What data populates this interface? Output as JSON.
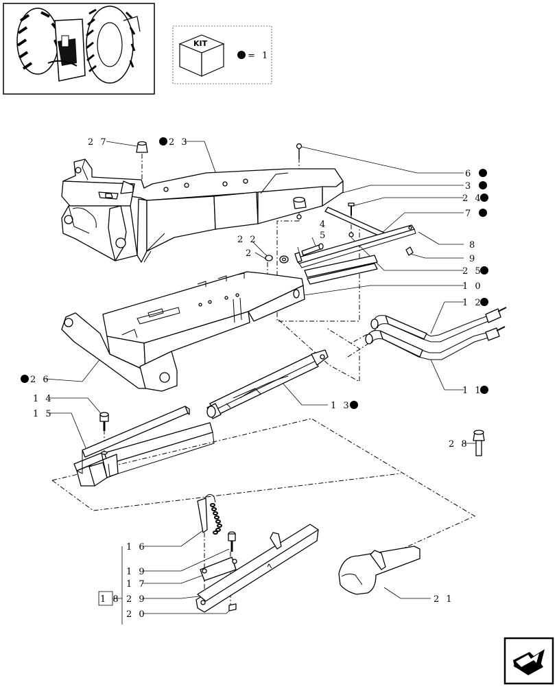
{
  "kit": {
    "label": "KIT",
    "legend": "= 1"
  },
  "callouts": [
    {
      "id": "c27",
      "text": "2 7",
      "dot": false
    },
    {
      "id": "c23",
      "text": "2 3",
      "dot": true
    },
    {
      "id": "c6",
      "text": "6",
      "dot": true
    },
    {
      "id": "c3",
      "text": "3",
      "dot": true
    },
    {
      "id": "c24",
      "text": "2 4",
      "dot": true
    },
    {
      "id": "c7",
      "text": "7",
      "dot": true
    },
    {
      "id": "c8",
      "text": "8",
      "dot": false
    },
    {
      "id": "c22",
      "text": "2 2",
      "dot": false
    },
    {
      "id": "c2",
      "text": "2",
      "dot": false
    },
    {
      "id": "c4",
      "text": "4",
      "dot": false
    },
    {
      "id": "c5",
      "text": "5",
      "dot": false
    },
    {
      "id": "c9",
      "text": "9",
      "dot": false
    },
    {
      "id": "c25",
      "text": "2 5",
      "dot": true
    },
    {
      "id": "c10",
      "text": "1 0",
      "dot": false
    },
    {
      "id": "c12",
      "text": "1 2",
      "dot": true
    },
    {
      "id": "c26",
      "text": "2 6",
      "dot": true
    },
    {
      "id": "c11",
      "text": "1 1",
      "dot": true
    },
    {
      "id": "c13",
      "text": "1 3",
      "dot": true
    },
    {
      "id": "c14",
      "text": "1 4",
      "dot": false
    },
    {
      "id": "c15",
      "text": "1 5",
      "dot": false
    },
    {
      "id": "c28",
      "text": "2 8",
      "dot": false
    },
    {
      "id": "c16",
      "text": "1 6",
      "dot": false
    },
    {
      "id": "c19",
      "text": "1 9",
      "dot": false
    },
    {
      "id": "c17",
      "text": "1 7",
      "dot": false
    },
    {
      "id": "c18",
      "text": "1 8",
      "dot": false
    },
    {
      "id": "c29",
      "text": "2 9",
      "dot": false
    },
    {
      "id": "c20",
      "text": "2 0",
      "dot": false
    },
    {
      "id": "c21",
      "text": "2 1",
      "dot": false
    }
  ],
  "nav": {
    "next_icon": "arrow-next-icon"
  }
}
